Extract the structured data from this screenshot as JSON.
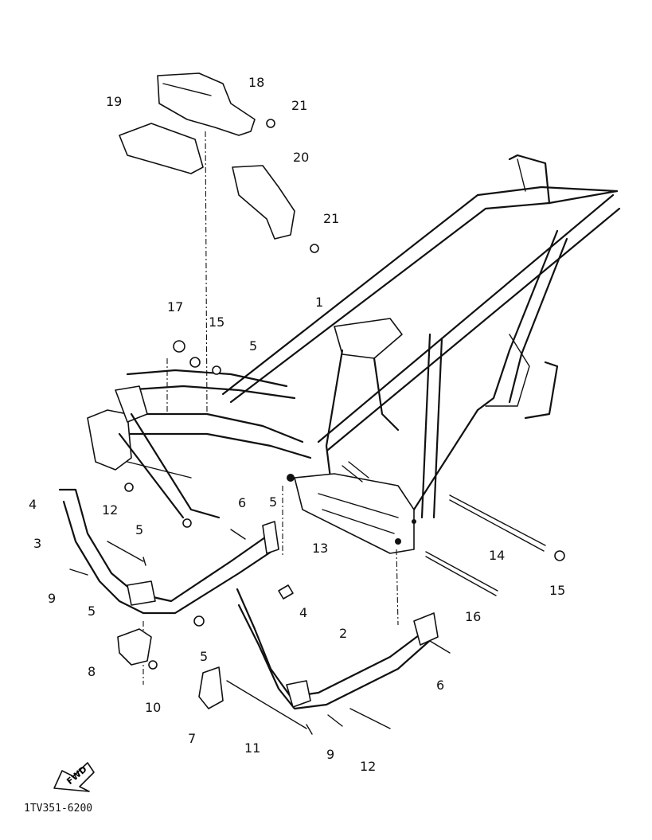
{
  "callouts": {
    "c1": "1",
    "c2": "2",
    "c3": "3",
    "c4a": "4",
    "c4b": "4",
    "c5a": "5",
    "c5b": "5",
    "c5c": "5",
    "c5d": "5",
    "c5e": "5",
    "c6a": "6",
    "c6b": "6",
    "c7": "7",
    "c8": "8",
    "c9a": "9",
    "c9b": "9",
    "c10": "10",
    "c11": "11",
    "c12a": "12",
    "c12b": "12",
    "c13": "13",
    "c14": "14",
    "c15a": "15",
    "c15b": "15",
    "c16": "16",
    "c17": "17",
    "c18": "18",
    "c19": "19",
    "c20": "20",
    "c21a": "21",
    "c21b": "21"
  },
  "fwd_label": "FWD",
  "diagram_code": "1TV351-6200"
}
